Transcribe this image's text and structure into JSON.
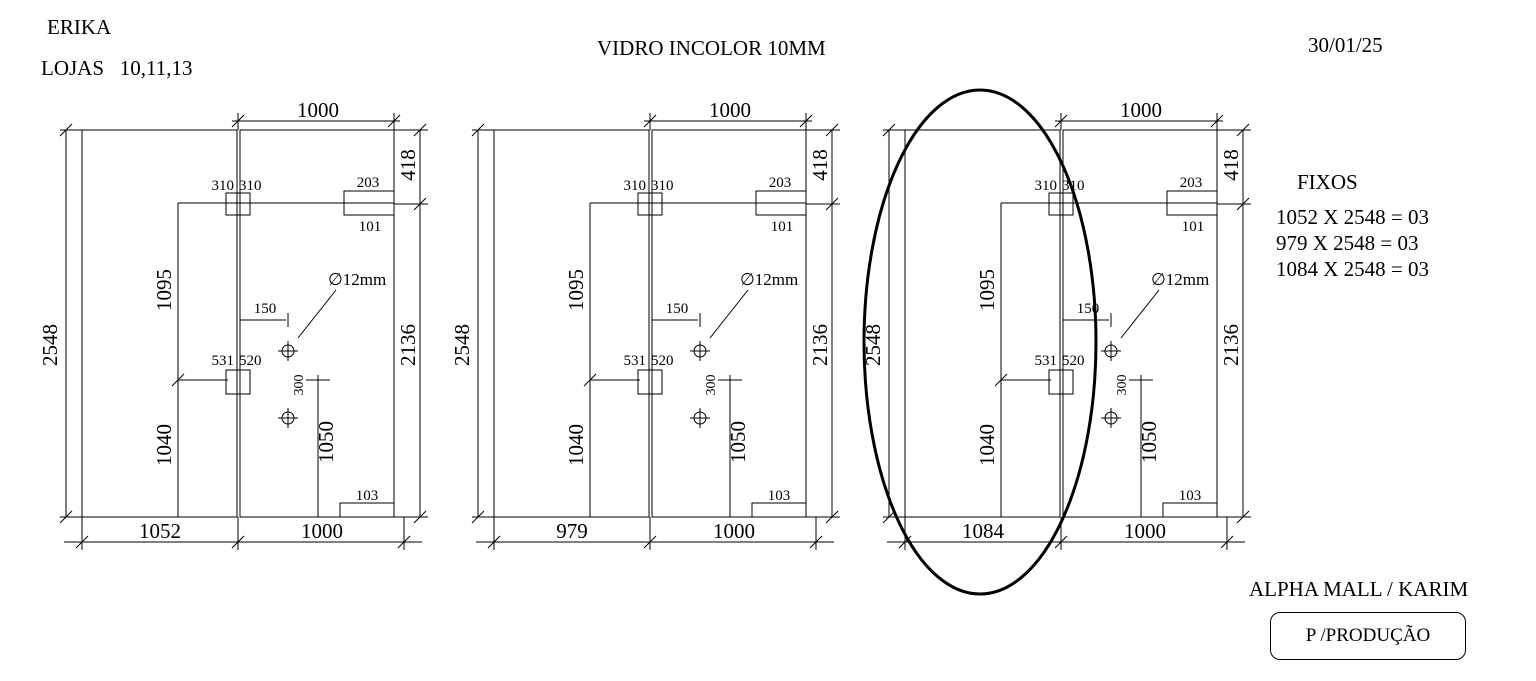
{
  "header": {
    "name": "ERIKA",
    "lojas": "LOJAS   10,11,13",
    "material": "VIDRO INCOLOR 10MM",
    "date": "30/01/25"
  },
  "fixos": {
    "title": "FIXOS",
    "lines": [
      "1052 X 2548 = 03",
      "979 X 2548 = 03",
      "1084 X 2548 = 03"
    ]
  },
  "footer": {
    "client": "ALPHA MALL / KARIM",
    "stamp": "P /PRODUÇÃO"
  },
  "panels": [
    {
      "total_height": "2548",
      "fixed_width": "1052",
      "door_width": "1000",
      "top_width": "1000",
      "top_gap": "418",
      "door_height": "2136",
      "upper_height": "1095",
      "lower_height": "1040",
      "handle_height": "1050",
      "hinge_top_left": "310",
      "hinge_top_right": "310",
      "hinge_mid_left": "531",
      "hinge_mid_right": "520",
      "lock_top": "203",
      "lock_bottom": "101",
      "hole_offset": "150",
      "hole_spacing": "300",
      "hole_diameter": "∅12mm",
      "floor_fitting": "103"
    },
    {
      "total_height": "2548",
      "fixed_width": "979",
      "door_width": "1000",
      "top_width": "1000",
      "top_gap": "418",
      "door_height": "2136",
      "upper_height": "1095",
      "lower_height": "1040",
      "handle_height": "1050",
      "hinge_top_left": "310",
      "hinge_top_right": "310",
      "hinge_mid_left": "531",
      "hinge_mid_right": "520",
      "lock_top": "203",
      "lock_bottom": "101",
      "hole_offset": "150",
      "hole_spacing": "300",
      "hole_diameter": "∅12mm",
      "floor_fitting": "103"
    },
    {
      "total_height": "2548",
      "fixed_width": "1084",
      "door_width": "1000",
      "top_width": "1000",
      "top_gap": "418",
      "door_height": "2136",
      "upper_height": "1095",
      "lower_height": "1040",
      "handle_height": "1050",
      "hinge_top_left": "310",
      "hinge_top_right": "310",
      "hinge_mid_left": "531",
      "hinge_mid_right": "520",
      "lock_top": "203",
      "lock_bottom": "101",
      "hole_offset": "150",
      "hole_spacing": "300",
      "hole_diameter": "∅12mm",
      "floor_fitting": "103",
      "highlighted": true
    }
  ]
}
